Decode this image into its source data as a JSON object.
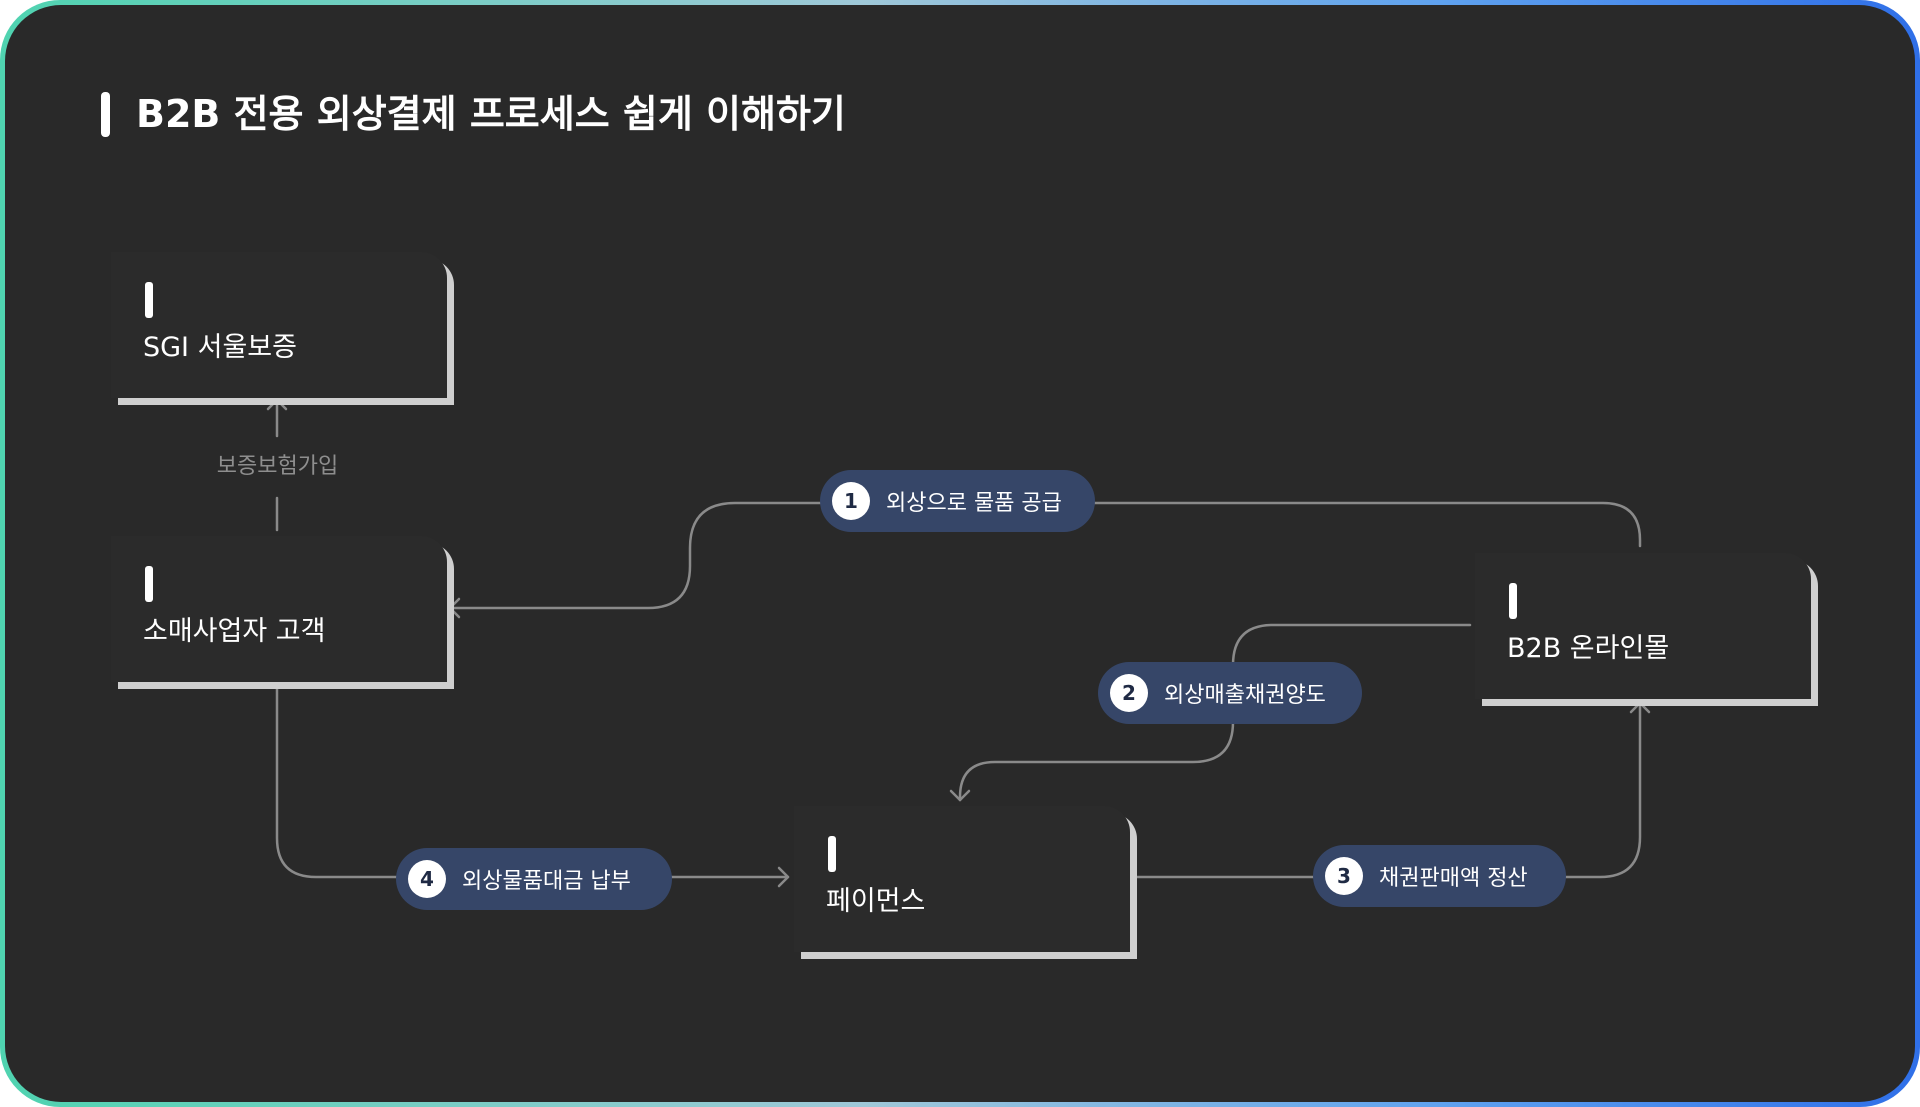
{
  "title": "B2B 전용 외상결제 프로세스 쉽게 이해하기",
  "colors": {
    "panel": "#292929",
    "node": "#2b2b2b",
    "pill": "#364668",
    "line": "#8a8a8a",
    "frame_gradient_start": "#4fd3b0",
    "frame_gradient_end": "#2f6fe8"
  },
  "nodes": {
    "sgi": "SGI 서울보증",
    "retailer": "소매사업자 고객",
    "mall": "B2B 온라인몰",
    "paymence": "페이먼스"
  },
  "guarantee_label": "보증보험가입",
  "steps": [
    {
      "num": "1",
      "label": "외상으로 물품 공급"
    },
    {
      "num": "2",
      "label": "외상매출채권양도"
    },
    {
      "num": "3",
      "label": "채권판매액 정산"
    },
    {
      "num": "4",
      "label": "외상물품대금 납부"
    }
  ]
}
